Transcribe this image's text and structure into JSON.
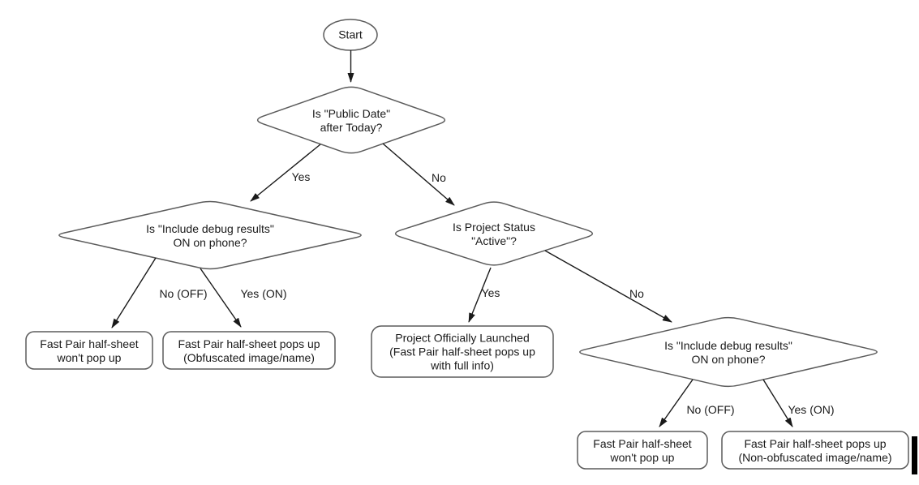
{
  "colors": {
    "background": "#ffffff",
    "shape_stroke": "#5b5b5b",
    "edge_stroke": "#1a1a1a",
    "text": "#1a1a1a",
    "cursor": "#000000"
  },
  "nodes": {
    "start": {
      "lines": [
        "Start"
      ]
    },
    "decision_public_date": {
      "lines": [
        "Is \"Public Date\"",
        "after Today?"
      ]
    },
    "decision_debug_left": {
      "lines": [
        "Is \"Include debug results\"",
        "ON on phone?"
      ]
    },
    "decision_project_status": {
      "lines": [
        "Is Project Status",
        "\"Active\"?"
      ]
    },
    "decision_debug_right": {
      "lines": [
        "Is \"Include debug results\"",
        "ON on phone?"
      ]
    },
    "result_no_popup_left": {
      "lines": [
        "Fast Pair half-sheet",
        "won't pop up"
      ]
    },
    "result_obfuscated": {
      "lines": [
        "Fast Pair half-sheet pops up",
        "(Obfuscated image/name)"
      ]
    },
    "result_launched": {
      "lines": [
        "Project Officially Launched",
        "(Fast Pair half-sheet pops up",
        "with full info)"
      ]
    },
    "result_no_popup_right": {
      "lines": [
        "Fast Pair half-sheet",
        "won't pop up"
      ]
    },
    "result_non_obfuscated": {
      "lines": [
        "Fast Pair half-sheet pops up",
        "(Non-obfuscated image/name)"
      ]
    }
  },
  "edge_labels": {
    "public_date_yes": "Yes",
    "public_date_no": "No",
    "debug_left_no": "No (OFF)",
    "debug_left_yes": "Yes (ON)",
    "status_yes": "Yes",
    "status_no": "No",
    "debug_right_no": "No (OFF)",
    "debug_right_yes": "Yes (ON)"
  }
}
